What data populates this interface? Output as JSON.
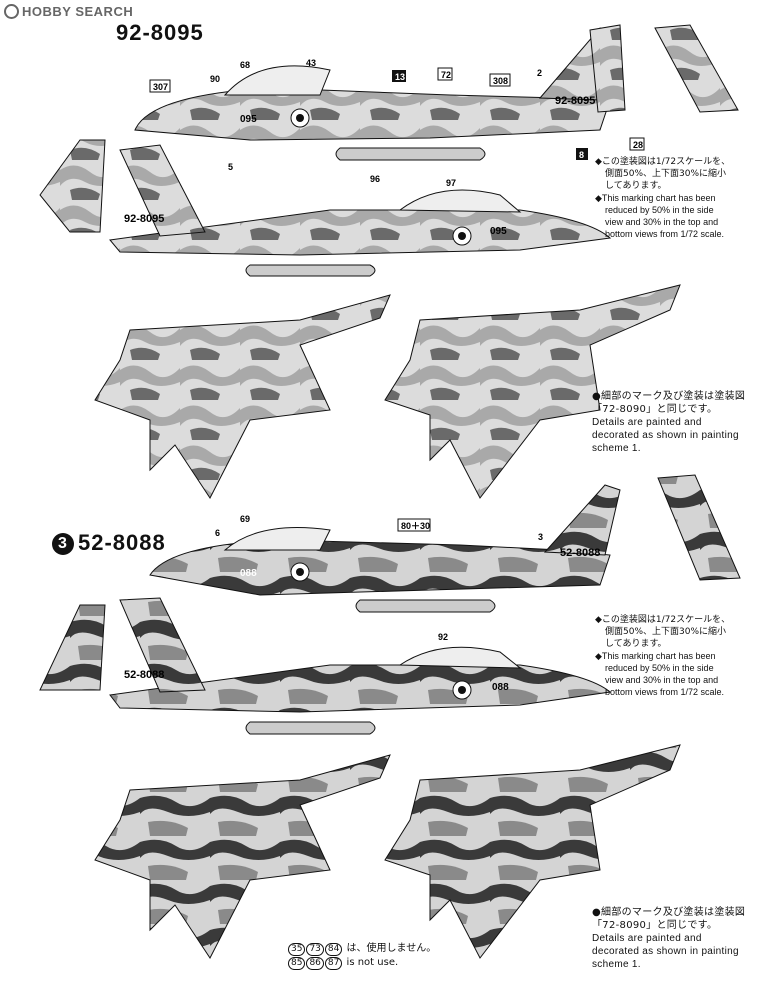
{
  "watermark": {
    "text": "HOBBY SEARCH"
  },
  "schemes": [
    {
      "serial": "92-8095",
      "tail_code": "92-8095",
      "nose_code": "095"
    },
    {
      "number": "3",
      "serial": "52-8088",
      "tail_code": "52-8088",
      "nose_code": "088"
    }
  ],
  "scale_note": {
    "jp": [
      "この塗装図は1/72スケールを、",
      "側面50%、上下面30%に縮小",
      "してあります。"
    ],
    "en": [
      "This marking chart has been",
      "reduced by 50% in the side",
      "view and 30% in the top and",
      "bottom views from 1/72 scale."
    ]
  },
  "detail_note": {
    "jp": [
      "細部のマーク及び塗装は塗装図",
      "「72-8090」と同じです。"
    ],
    "en": [
      "Details are painted and",
      "decorated as shown in painting",
      "scheme 1."
    ]
  },
  "unused_note": {
    "numbers_jp": [
      "35",
      "73",
      "84"
    ],
    "numbers_en": [
      "85",
      "86",
      "87"
    ],
    "jp": "は、使用しません。",
    "en": "is not use."
  },
  "callouts": {
    "c307": "307",
    "c308": "308",
    "c72": "72",
    "c13": "13",
    "c8": "8",
    "c28": "28",
    "c90": "90",
    "c68": "68",
    "c43": "43",
    "c5": "5",
    "c2": "2",
    "c96": "96",
    "c97": "97",
    "c6": "6",
    "c69": "69",
    "c3": "3",
    "c92": "92",
    "c80_30": "80＋30"
  },
  "colors": {
    "camo_light": "#d9d9d9",
    "camo_mid": "#a8a8a8",
    "camo_dark": "#5c5c5c",
    "ink": "#111111",
    "scheme3_dark": "#3a3a3a"
  }
}
